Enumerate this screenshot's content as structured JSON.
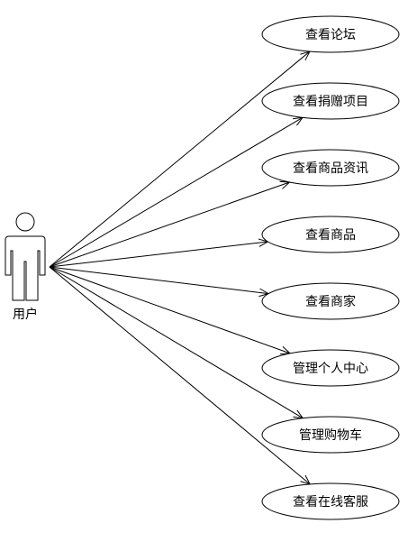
{
  "actor": {
    "label": "用户"
  },
  "use_cases": [
    {
      "label": "查看论坛"
    },
    {
      "label": "查看捐赠项目"
    },
    {
      "label": "查看商品资讯"
    },
    {
      "label": "查看商品"
    },
    {
      "label": "查看商家"
    },
    {
      "label": "管理个人中心"
    },
    {
      "label": "管理购物车"
    },
    {
      "label": "查看在线客服"
    }
  ],
  "colors": {
    "stroke": "#000000",
    "fill": "#ffffff"
  }
}
